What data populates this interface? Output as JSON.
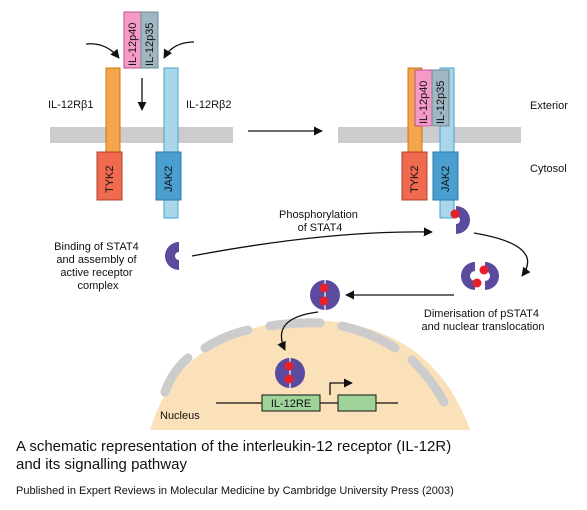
{
  "diagram": {
    "receptor_left": {
      "beta1_label": "IL-12Rβ1",
      "beta2_label": "IL-12Rβ2",
      "p40_label": "IL-12p40",
      "p35_label": "IL-12p35",
      "tyk2_label": "TYK2",
      "jak2_label": "JAK2"
    },
    "receptor_right": {
      "p40_label": "IL-12p40",
      "p35_label": "IL-12p35",
      "tyk2_label": "TYK2",
      "jak2_label": "JAK2"
    },
    "region_labels": {
      "exterior": "Exterior",
      "cytosol": "Cytosol",
      "nucleus": "Nucleus"
    },
    "steps": {
      "binding_lines": [
        "Binding of STAT4",
        "and assembly of",
        "active receptor",
        "complex"
      ],
      "phosphorylation_lines": [
        "Phosphorylation",
        "of STAT4"
      ],
      "dimerisation_lines": [
        "Dimerisation of pSTAT4",
        "and nuclear translocation"
      ]
    },
    "gene": {
      "element_label": "IL-12RE"
    },
    "colors": {
      "beta1": "#f5a54a",
      "beta2": "#a9d6ea",
      "p40": "#f59ac8",
      "p35": "#9fb7c3",
      "tyk2": "#f06a50",
      "jak2": "#4a9fd0",
      "membrane": "#cccccc",
      "stat4": "#5b4a9e",
      "phospho": "#e8202a",
      "nucleus": "#fbe1b9",
      "gene_box": "#9fd39a"
    }
  },
  "caption": {
    "title_lines": [
      "A schematic representation of the interleukin-12 receptor (IL-12R)",
      "and its signalling pathway"
    ],
    "source": "Published in Expert Reviews in Molecular Medicine by Cambridge University Press (2003)"
  }
}
